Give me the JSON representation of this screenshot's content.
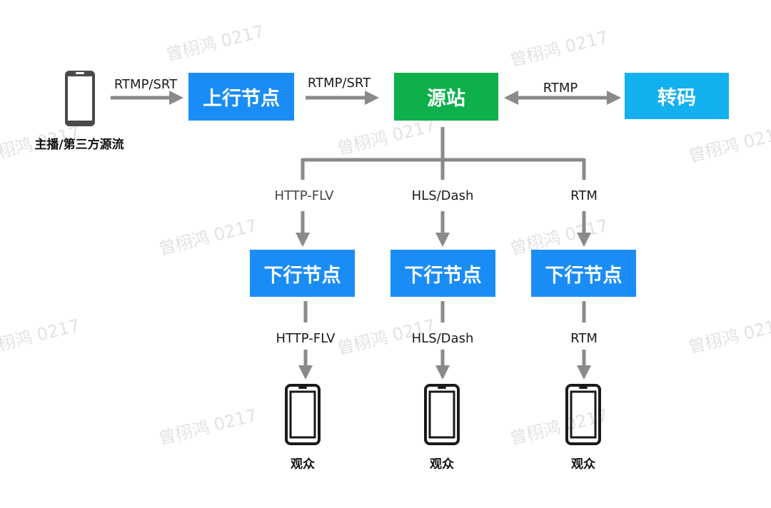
{
  "watermark": "曾栩鸿 0217",
  "source": {
    "caption": "主播/第三方源流"
  },
  "nodes": {
    "upstream": "上行节点",
    "origin": "源站",
    "transcode": "转码",
    "downstream": [
      "下行节点",
      "下行节点",
      "下行节点"
    ]
  },
  "edges": {
    "source_to_upstream": "RTMP/SRT",
    "upstream_to_origin": "RTMP/SRT",
    "origin_transcode": "RTMP",
    "origin_to_down": [
      "HTTP-FLV",
      "HLS/Dash",
      "RTM"
    ],
    "down_to_viewer": [
      "HTTP-FLV",
      "HLS/Dash",
      "RTM"
    ]
  },
  "viewers": [
    "观众",
    "观众",
    "观众"
  ],
  "colors": {
    "node_blue": "#1a8cf5",
    "origin_green": "#0db04b",
    "transcode_cyan": "#12b0ef",
    "arrow_gray": "#8a8a8a",
    "device_dark": "#4a4a4a"
  },
  "icons": {
    "device": "phone-icon"
  }
}
